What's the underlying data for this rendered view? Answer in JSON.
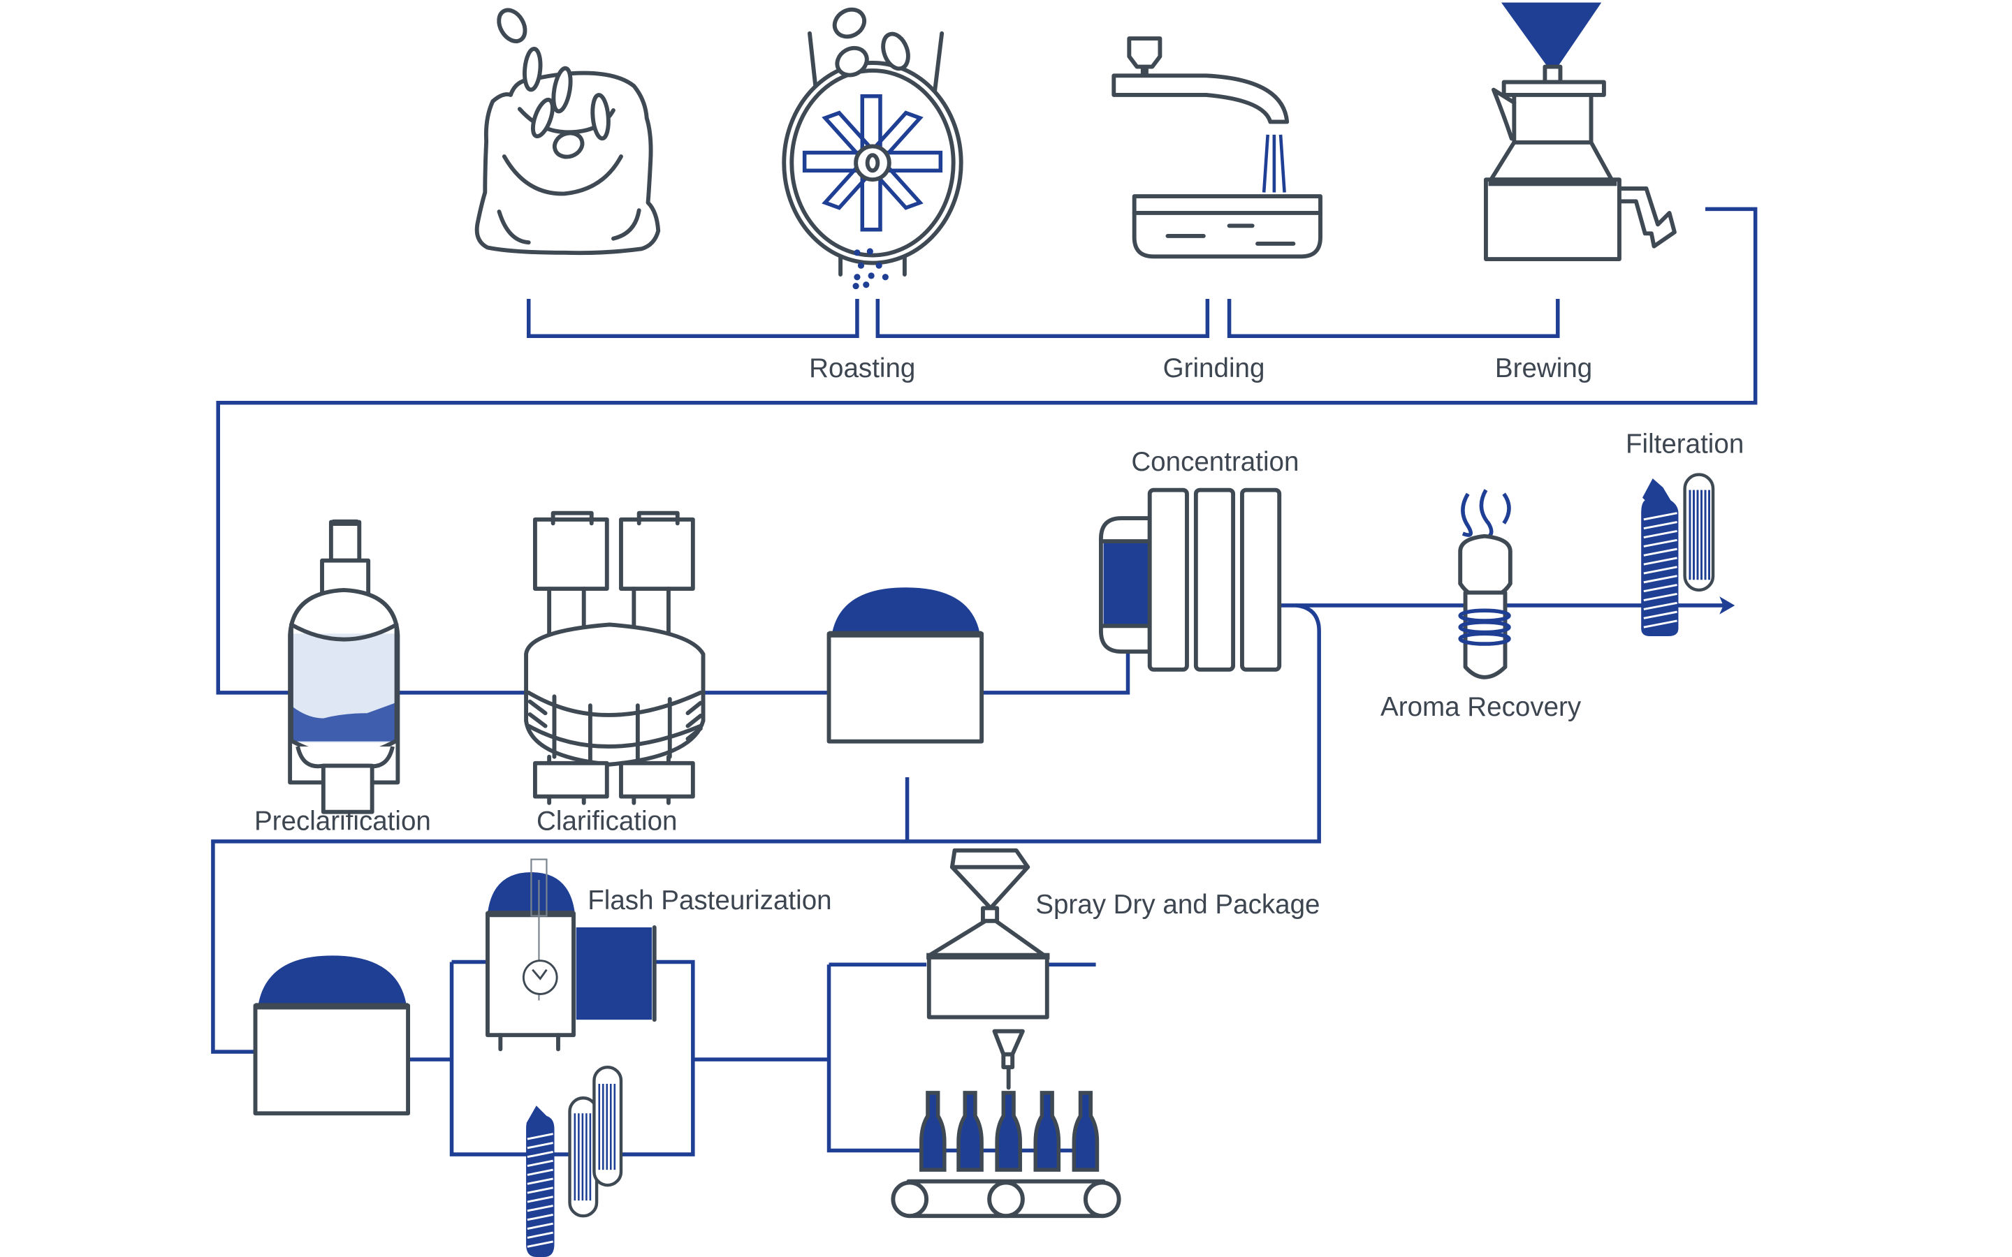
{
  "diagram": {
    "title": "Coffee processing flow",
    "colors": {
      "pipe": "#1f3f94",
      "equipment_outline": "#3f4954",
      "accent_fill": "#1f3f94",
      "liquid_light": "#dfe7f5",
      "liquid_mid": "#3f5fae",
      "label_text": "#3d4650"
    },
    "stages": [
      {
        "id": "beans",
        "label": "",
        "icon": "coffee-bean-sack-icon"
      },
      {
        "id": "roasting",
        "label": "Roasting",
        "icon": "roaster-drum-icon"
      },
      {
        "id": "grinding",
        "label": "Grinding",
        "icon": "grinder-basin-icon"
      },
      {
        "id": "brewing",
        "label": "Brewing",
        "icon": "brewing-kettle-icon"
      },
      {
        "id": "preclarification",
        "label": "Preclarification",
        "icon": "preclarifier-vessel-icon"
      },
      {
        "id": "clarification",
        "label": "Clarification",
        "icon": "centrifuge-clarifier-icon"
      },
      {
        "id": "holding-tank",
        "label": "",
        "icon": "holding-tank-icon"
      },
      {
        "id": "concentration",
        "label": "Concentration",
        "icon": "membrane-plate-concentrator-icon"
      },
      {
        "id": "aroma-recovery",
        "label": "Aroma Recovery",
        "icon": "aroma-recovery-column-icon"
      },
      {
        "id": "filteration",
        "label": "Filteration",
        "icon": "filter-cartridge-icon"
      },
      {
        "id": "buffer-tank",
        "label": "",
        "icon": "buffer-tank-icon"
      },
      {
        "id": "flash-pasteurization",
        "label": "Flash Pasteurization",
        "icon": "pasteurizer-icon"
      },
      {
        "id": "spray-dry-package",
        "label": "Spray Dry and Package",
        "icon": "spray-dryer-bottling-icon"
      }
    ]
  }
}
